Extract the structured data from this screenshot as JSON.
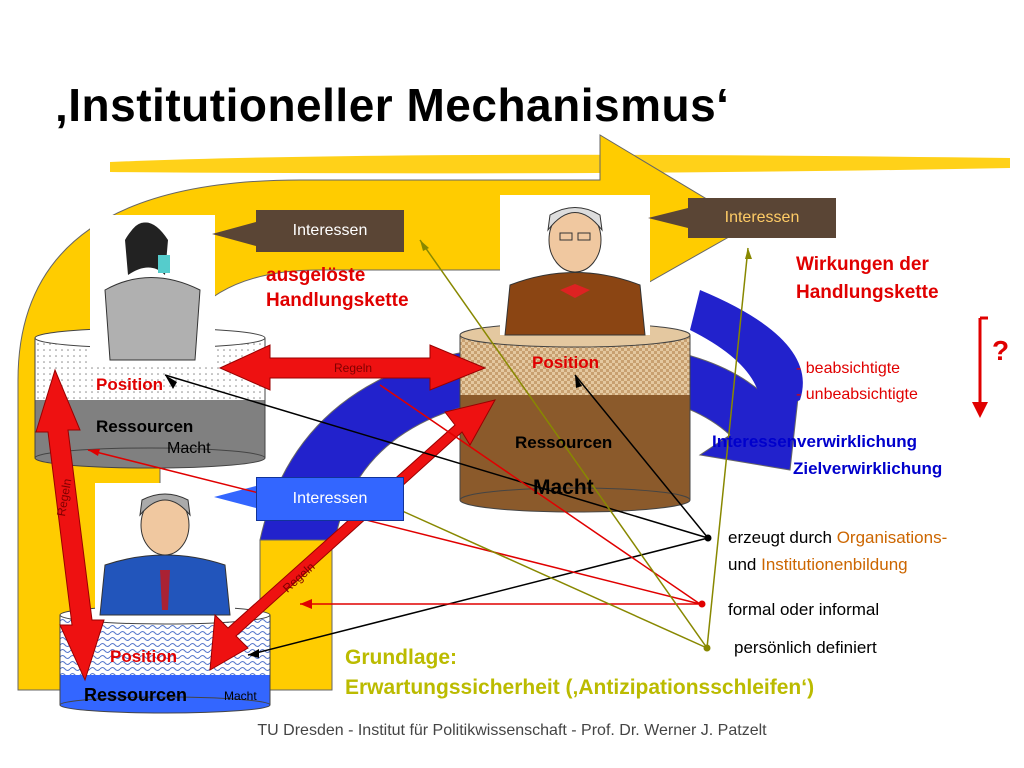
{
  "title": "‚Institutioneller Mechanismus‘",
  "interessen": "Interessen",
  "ausgeloeste": [
    "ausgelöste",
    "Handlungskette"
  ],
  "wirkungen": [
    "Wirkungen der",
    "Handlungskette"
  ],
  "question_mark": "?",
  "beabsichtigte": "- beabsichtigte",
  "unbeabsichtigte": "- unbeabsichtigte",
  "interessenverwirklichung": "Interessenverwirklichung",
  "zielverwirklichung": "Zielverwirklichung",
  "position": "Position",
  "ressourcen": "Ressourcen",
  "macht": "Macht",
  "regeln": "Regeln",
  "erzeugt": {
    "prefix": "erzeugt durch",
    "highlight1": "Organisations-",
    "und": "und",
    "highlight2": "Institutionenbildung"
  },
  "formal": "formal oder informal",
  "persoenlich": "persönlich definiert",
  "grundlage": [
    "Grundlage:",
    "Erwartungssicherheit (‚Antizipationsschleifen‘)"
  ],
  "footer": "TU Dresden - Institut für Politikwissenschaft - Prof. Dr. Werner J. Patzelt",
  "colors": {
    "red": "#e00000",
    "blue": "#2222cc",
    "yellow": "#ffcc00",
    "olive": "#888800",
    "brown": "#8b5a2b",
    "darkblue": "#0000cc",
    "orange_text": "#cc6600"
  }
}
